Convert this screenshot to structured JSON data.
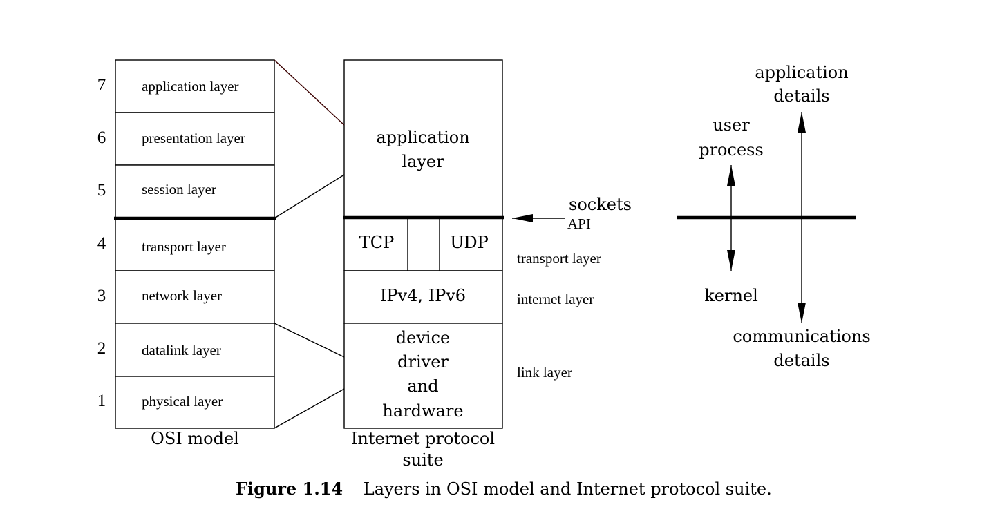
{
  "osi": {
    "layers": [
      {
        "num": "7",
        "label": "application layer"
      },
      {
        "num": "6",
        "label": "presentation layer"
      },
      {
        "num": "5",
        "label": "session layer"
      },
      {
        "num": "4",
        "label": "transport layer"
      },
      {
        "num": "3",
        "label": "network layer"
      },
      {
        "num": "2",
        "label": "datalink layer"
      },
      {
        "num": "1",
        "label": "physical layer"
      }
    ],
    "caption": "OSI model"
  },
  "inet": {
    "app": [
      "application",
      "layer"
    ],
    "tcp": "TCP",
    "udp": "UDP",
    "ip": "IPv4, IPv6",
    "link": [
      "device",
      "driver",
      "and",
      "hardware"
    ],
    "caption": [
      "Internet protocol",
      "suite"
    ]
  },
  "side_labels": {
    "sockets": "sockets",
    "api": "API",
    "transport": "transport layer",
    "internet": "internet layer",
    "link": "link layer"
  },
  "right": {
    "user": [
      "user",
      "process"
    ],
    "kernel": "kernel",
    "app_details": [
      "application",
      "details"
    ],
    "comm_details": [
      "communications",
      "details"
    ]
  },
  "figure": {
    "label": "Figure 1.14",
    "text": "Layers in OSI model and Internet protocol suite."
  }
}
